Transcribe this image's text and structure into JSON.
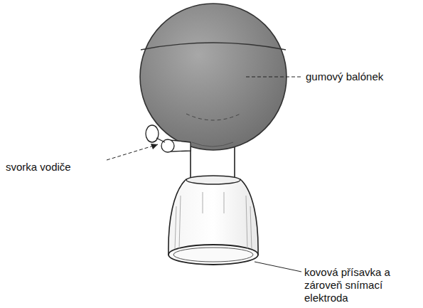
{
  "diagram": {
    "labels": [
      "gumový balónek",
      "svorka vodiče",
      "kovová přísavka a zároveň snímací elektroda"
    ]
  }
}
